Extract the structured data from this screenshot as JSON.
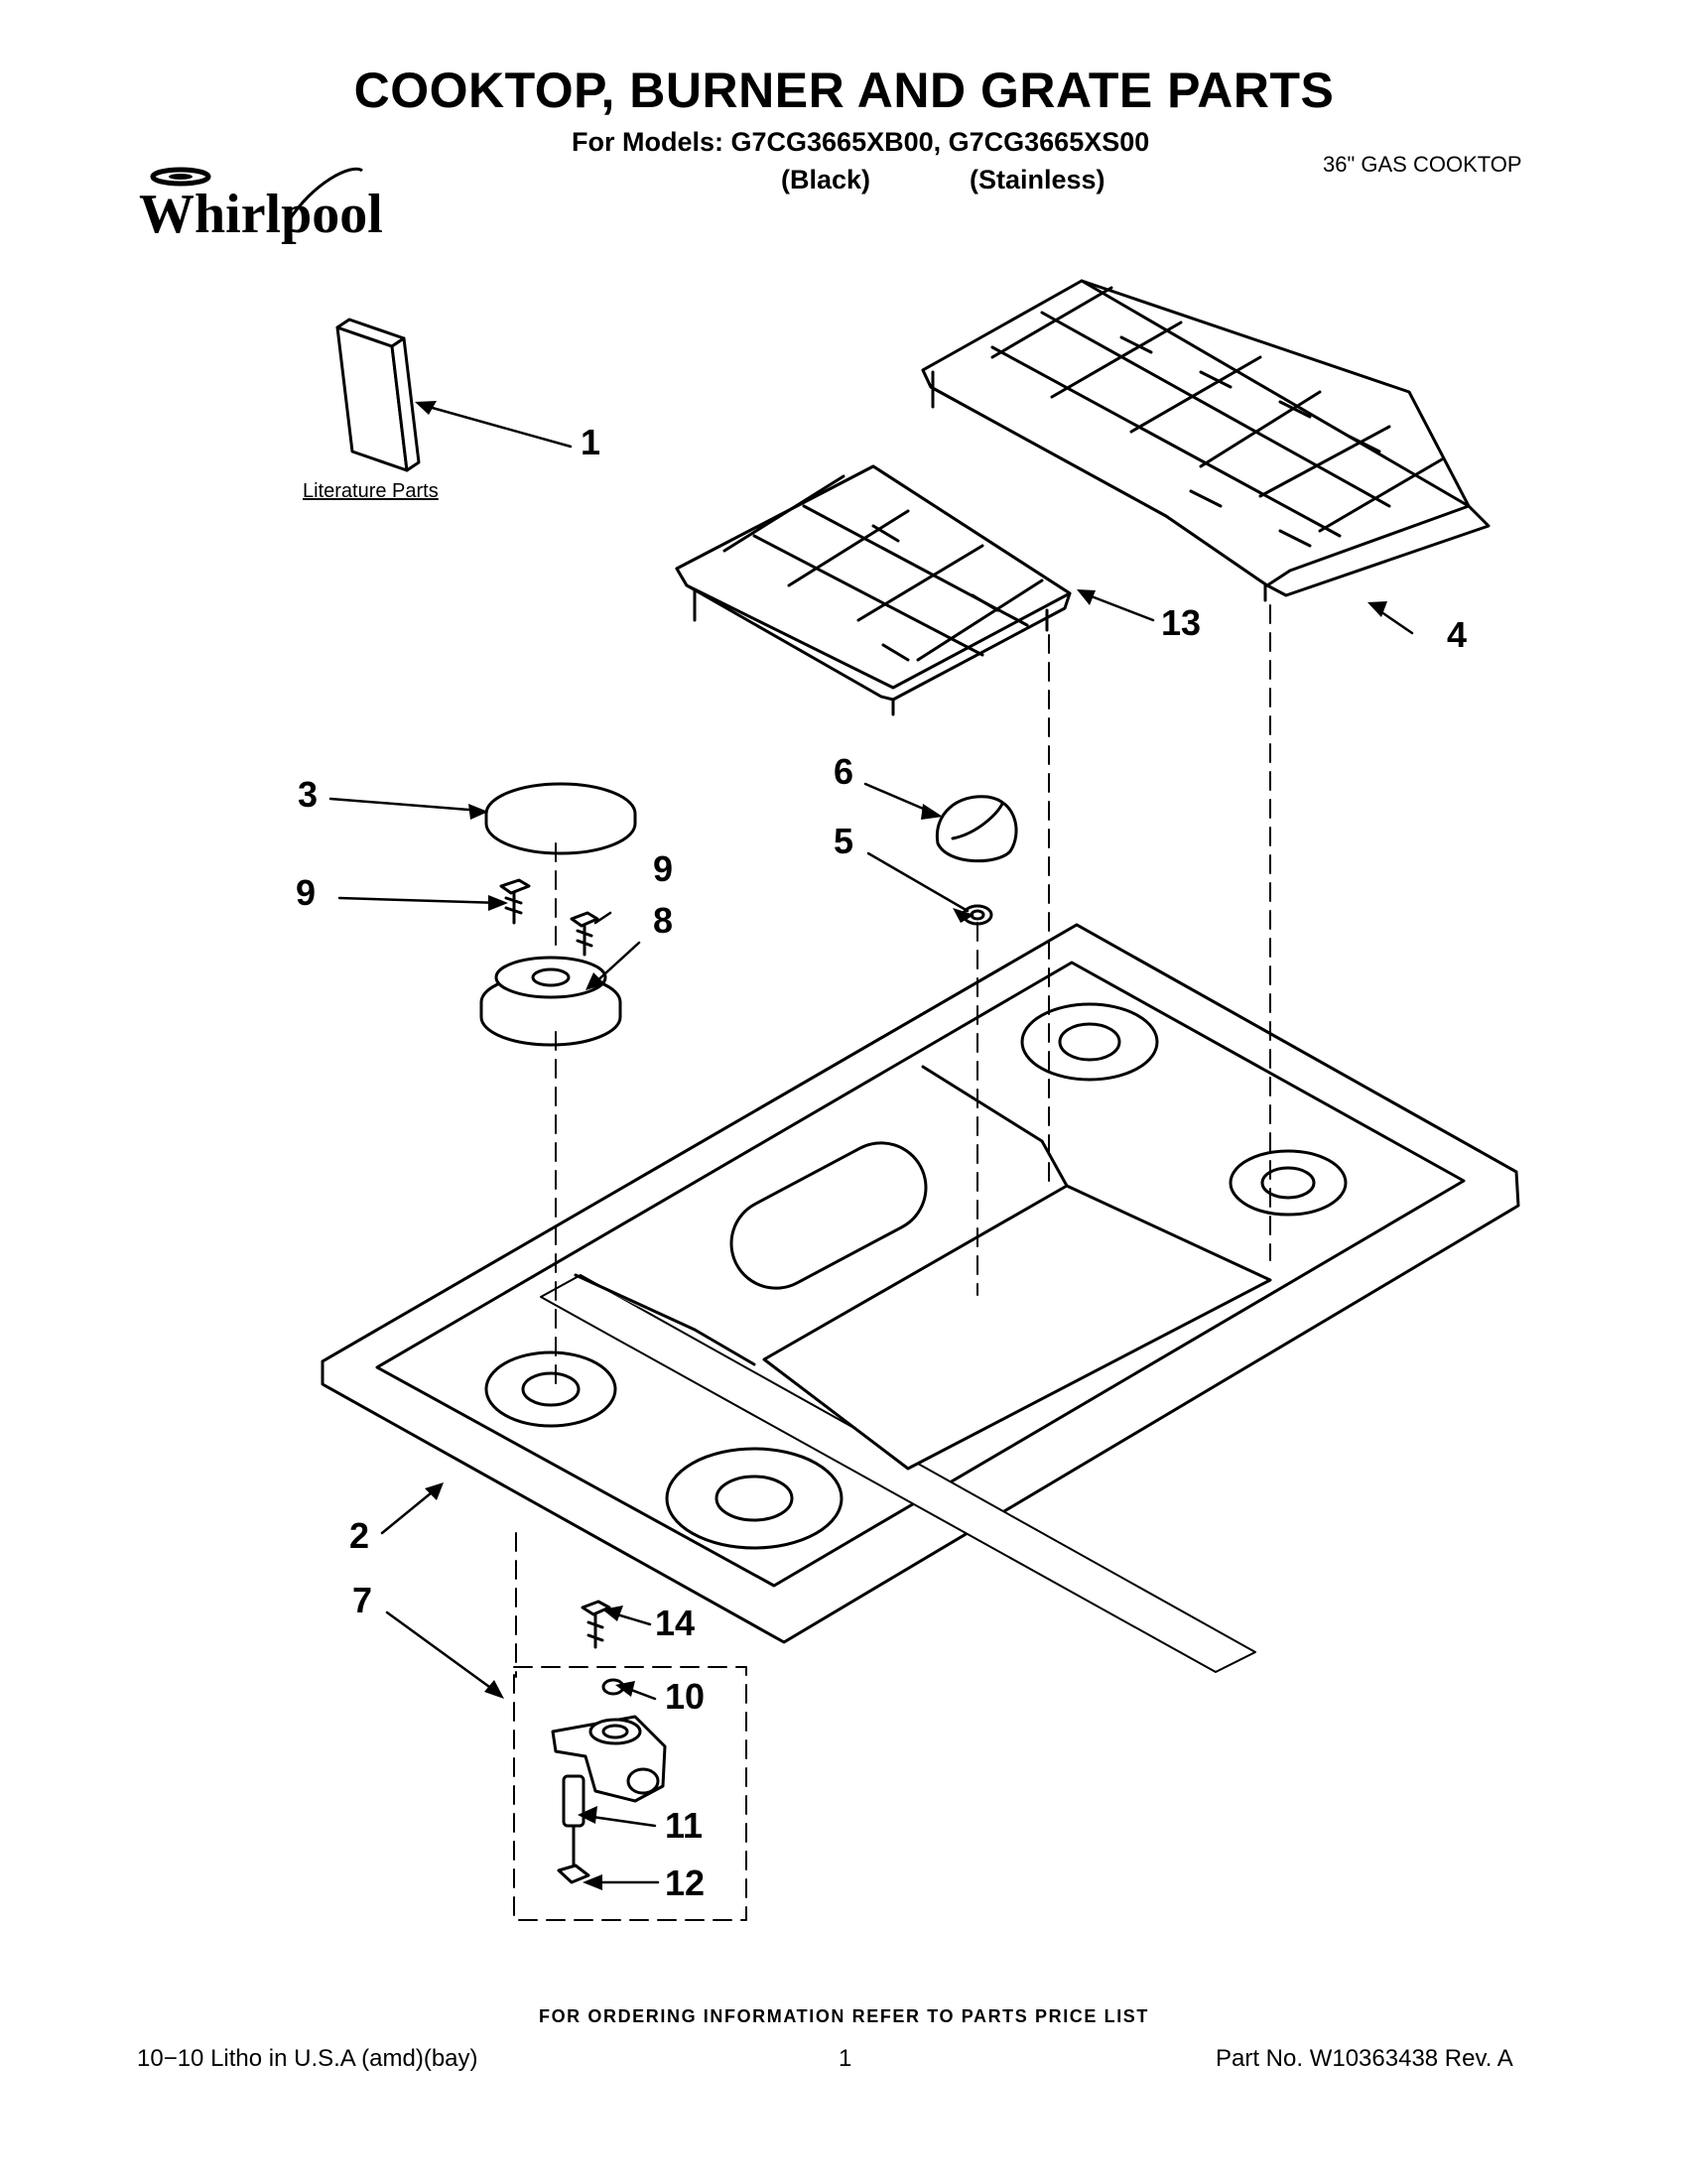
{
  "header": {
    "title": "COOKTOP, BURNER AND GRATE PARTS",
    "models_line": "For Models: G7CG3665XB00, G7CG3665XS00",
    "variant_black": "(Black)",
    "variant_stainless": "(Stainless)",
    "product": "36\" GAS COOKTOP",
    "brand": "Whirlpool"
  },
  "diagram": {
    "literature_label": "Literature Parts",
    "callouts": [
      "1",
      "2",
      "3",
      "4",
      "5",
      "6",
      "7",
      "8",
      "9",
      "9",
      "10",
      "11",
      "12",
      "13",
      "14"
    ]
  },
  "footer": {
    "ordering": "FOR ORDERING INFORMATION REFER TO PARTS PRICE LIST",
    "litho": "10−10 Litho in U.S.A (amd)(bay)",
    "page": "1",
    "part_no": "Part No. W10363438 Rev. A"
  }
}
